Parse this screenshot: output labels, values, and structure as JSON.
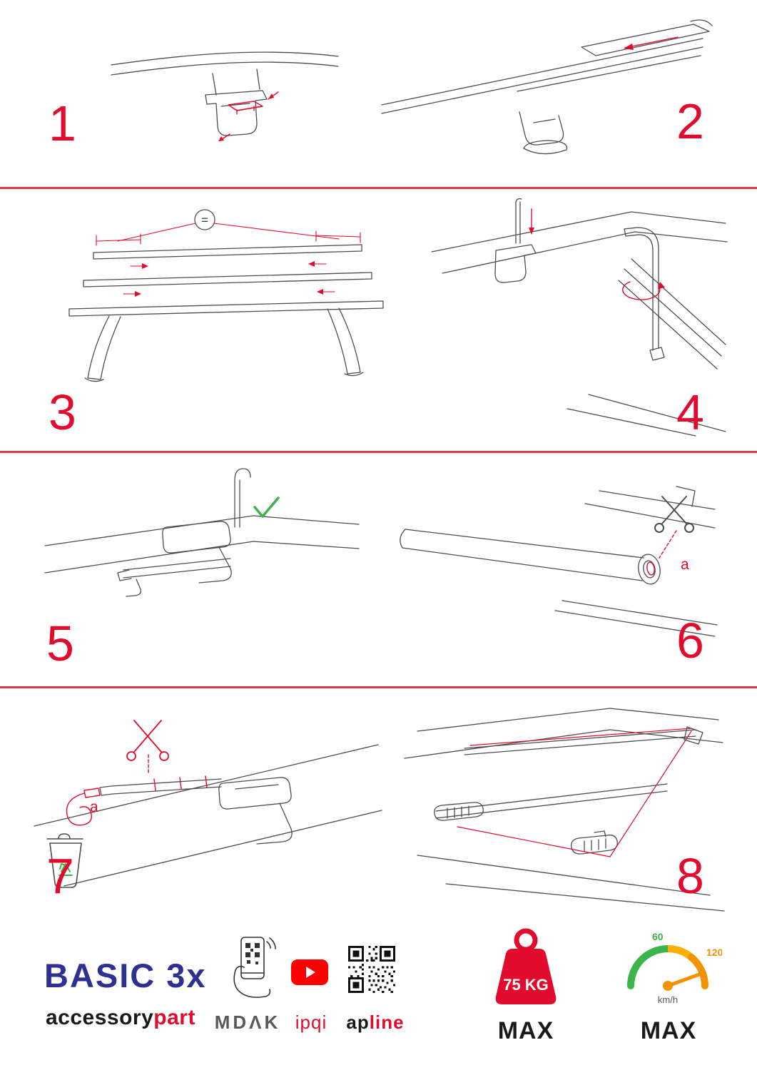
{
  "colors": {
    "accent_red": "#e30b2d",
    "divider_red": "#d93a47",
    "navy": "#2e3192",
    "green": "#3bb54a",
    "orange": "#f39200",
    "yellow": "#f9b000",
    "gray": "#58595b",
    "youtube_red": "#ff0000"
  },
  "steps": [
    {
      "number": "1"
    },
    {
      "number": "2"
    },
    {
      "number": "3"
    },
    {
      "number": "4"
    },
    {
      "number": "5"
    },
    {
      "number": "6"
    },
    {
      "number": "7"
    },
    {
      "number": "8"
    }
  ],
  "annotations": {
    "equal_spacing": "=",
    "cut_label_step6": "a",
    "cut_label_step7": "a"
  },
  "footer": {
    "product_name": "BASIC 3x",
    "brand_part1": "accessory",
    "brand_part2": "part",
    "partner_mdak": "MDΛK",
    "partner_ipqi": "ipqi",
    "partner_apline_part1": "ap",
    "partner_apline_part2": "line",
    "weight_limit": "75 KG",
    "weight_max_label": "MAX",
    "speed_low": "60",
    "speed_high": "120",
    "speed_unit": "km/h",
    "speed_max_label": "MAX"
  }
}
